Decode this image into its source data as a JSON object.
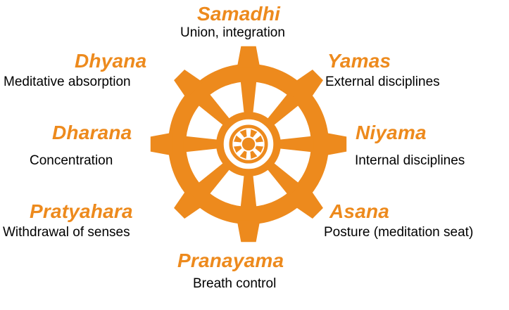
{
  "colors": {
    "accent": "#ED8A1D",
    "text": "#000000",
    "background": "#FFFFFF"
  },
  "wheel": {
    "icon": "dharma-wheel-icon",
    "spokes": 8
  },
  "limbs": [
    {
      "name": "Samadhi",
      "description": "Union, integration",
      "position": "top"
    },
    {
      "name": "Yamas",
      "description": "External disciplines",
      "position": "upper-right"
    },
    {
      "name": "Niyama",
      "description": "Internal disciplines",
      "position": "right"
    },
    {
      "name": "Asana",
      "description": "Posture (meditation seat)",
      "position": "lower-right"
    },
    {
      "name": "Pranayama",
      "description": "Breath control",
      "position": "bottom"
    },
    {
      "name": "Pratyahara",
      "description": "Withdrawal of senses",
      "position": "lower-left"
    },
    {
      "name": "Dharana",
      "description": "Concentration",
      "position": "left"
    },
    {
      "name": "Dhyana",
      "description": "Meditative absorption",
      "position": "upper-left"
    }
  ]
}
